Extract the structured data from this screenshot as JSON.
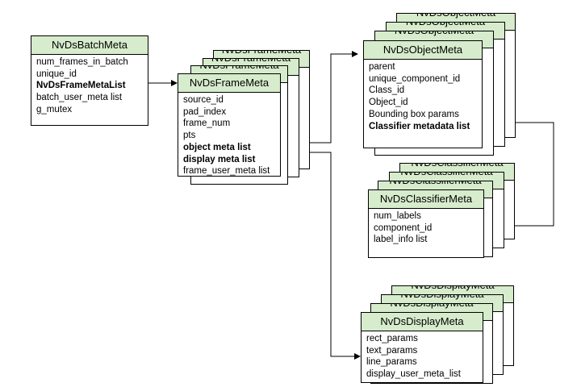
{
  "batch": {
    "title": "NvDsBatchMeta",
    "fields": [
      "num_frames_in_batch",
      "unique_id",
      "NvDsFrameMetaList",
      "batch_user_meta list",
      "g_mutex"
    ],
    "bold": [
      2
    ]
  },
  "frame": {
    "title": "NvDsFrameMeta",
    "fields": [
      "source_id",
      "pad_index",
      "frame_num",
      "pts",
      "object meta  list",
      "display meta  list",
      "frame_user_meta  list"
    ],
    "bold": [
      4,
      5
    ]
  },
  "object": {
    "title": "NvDsObjectMeta",
    "fields": [
      "parent",
      "unique_component_id",
      "Class_id",
      "Object_id",
      "Bounding box params",
      "Classifier metadata list"
    ],
    "bold": [
      5
    ]
  },
  "classifier": {
    "title": "NvDsClassifierMeta",
    "fields": [
      "num_labels",
      "component_id",
      "label_info  list"
    ],
    "bold": []
  },
  "display": {
    "title": "NvDsDisplayMeta",
    "fields": [
      "rect_params",
      "text_params",
      "line_params",
      "display_user_meta_list"
    ],
    "bold": []
  },
  "colors": {
    "header_fill": "#d6eccc",
    "border": "#000000",
    "arrow": "#000000"
  }
}
